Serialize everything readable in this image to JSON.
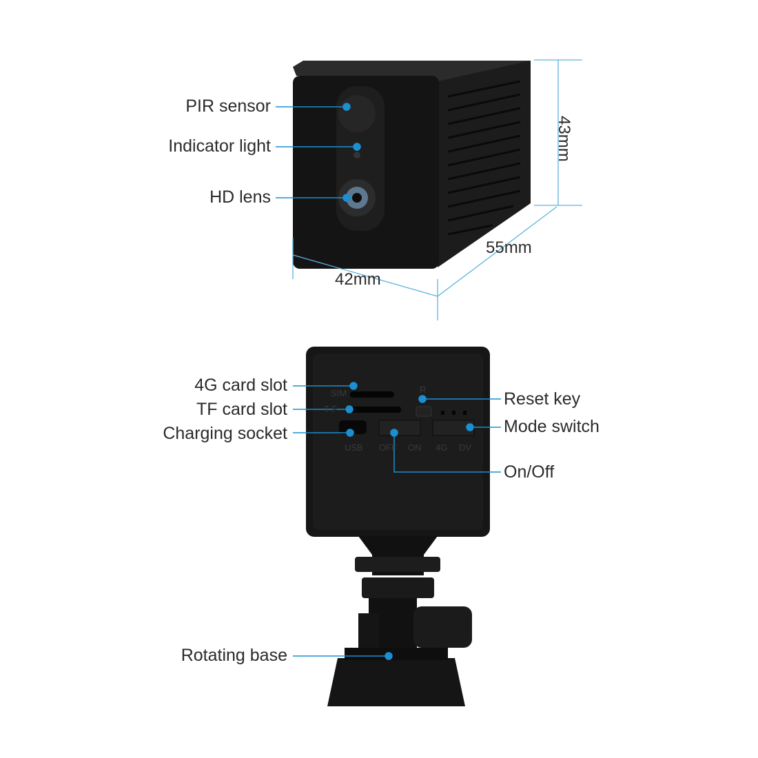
{
  "front_labels": {
    "pir": "PIR sensor",
    "indicator": "Indicator light",
    "lens": "HD lens"
  },
  "dimensions": {
    "height": "43mm",
    "depth": "55mm",
    "width": "42mm"
  },
  "back_labels": {
    "sim_slot": "4G card slot",
    "tf_slot": "TF card slot",
    "charging": "Charging socket",
    "reset": "Reset key",
    "mode": "Mode switch",
    "onoff": "On/Off",
    "base": "Rotating base"
  },
  "panel_marks": {
    "sim": "SIM",
    "tf": "T F",
    "r": "R",
    "usb": "USB",
    "off": "OFF",
    "on": "ON",
    "g4": "4G",
    "dv": "DV"
  },
  "colors": {
    "callout": "#1b8fd2",
    "dimension": "#5ab4e0",
    "body": "#161616"
  }
}
